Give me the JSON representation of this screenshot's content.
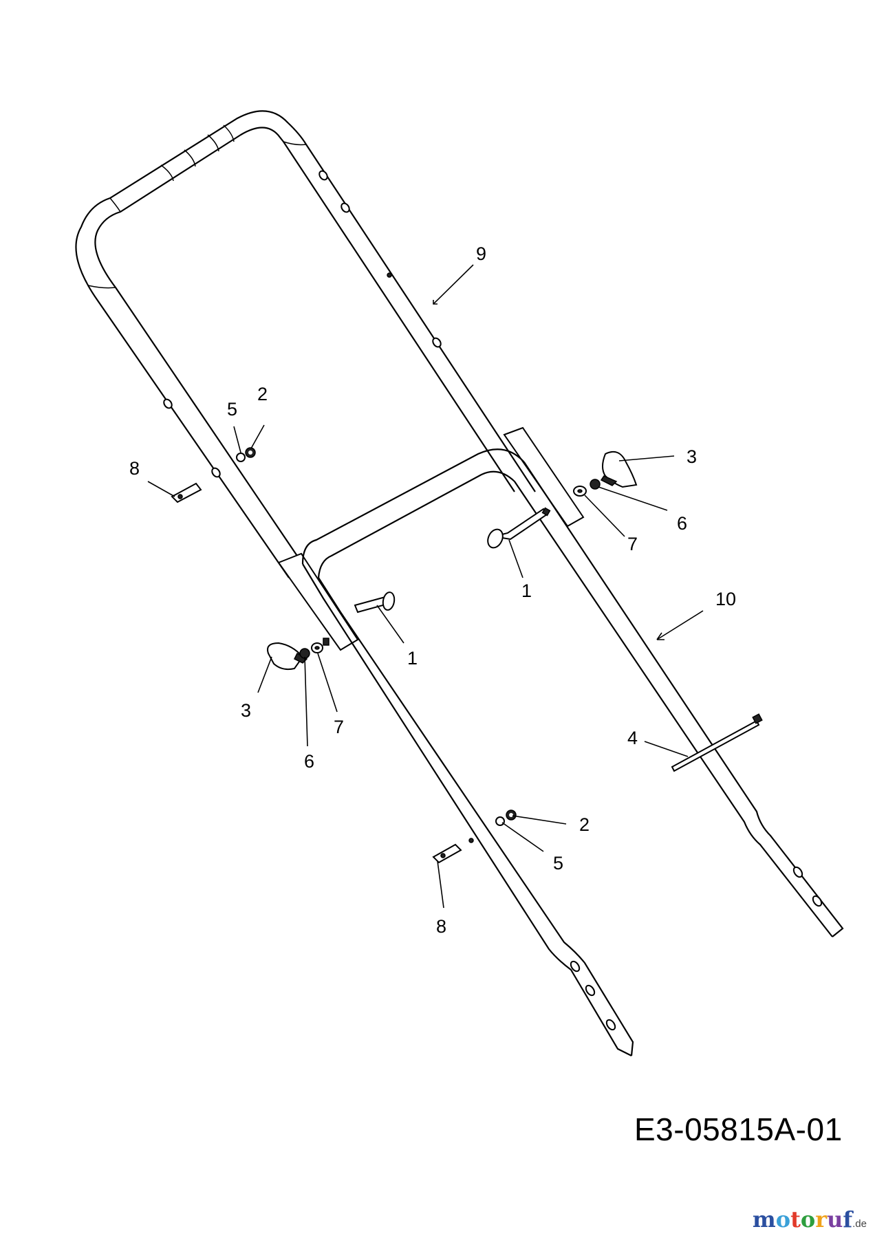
{
  "drawing": {
    "code": "E3-05815A-01",
    "watermark": {
      "brand": "motoruf",
      "suffix": ".de",
      "colors": [
        "#2b4fa0",
        "#3aa0d8",
        "#e23a2a",
        "#2e9e3e",
        "#f0a21a",
        "#7a3fa0"
      ]
    }
  },
  "callouts": [
    {
      "id": "c9",
      "label": "9"
    },
    {
      "id": "c2a",
      "label": "2"
    },
    {
      "id": "c5a",
      "label": "5"
    },
    {
      "id": "c8a",
      "label": "8"
    },
    {
      "id": "c3a",
      "label": "3"
    },
    {
      "id": "c6a",
      "label": "6"
    },
    {
      "id": "c7a",
      "label": "7"
    },
    {
      "id": "c1a",
      "label": "1"
    },
    {
      "id": "c10",
      "label": "10"
    },
    {
      "id": "c1b",
      "label": "1"
    },
    {
      "id": "c3b",
      "label": "3"
    },
    {
      "id": "c7b",
      "label": "7"
    },
    {
      "id": "c6b",
      "label": "6"
    },
    {
      "id": "c4",
      "label": "4"
    },
    {
      "id": "c2b",
      "label": "2"
    },
    {
      "id": "c5b",
      "label": "5"
    },
    {
      "id": "c8b",
      "label": "8"
    }
  ]
}
